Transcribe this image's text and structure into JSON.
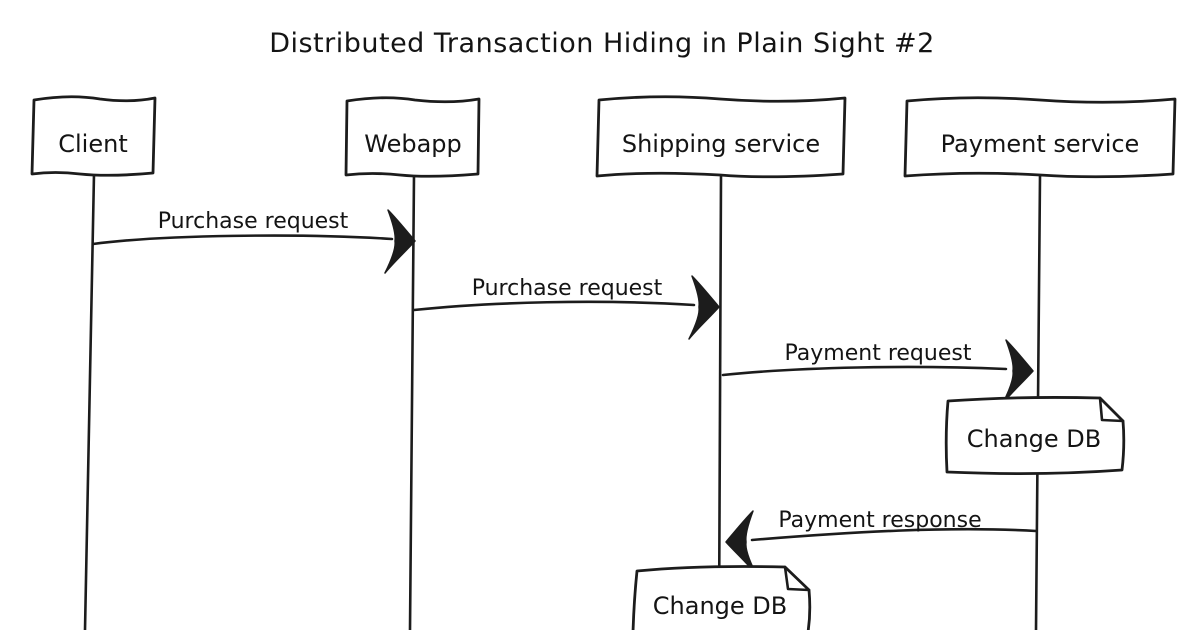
{
  "title": "Distributed Transaction Hiding in Plain Sight #2",
  "diagram_type": "sequence-diagram",
  "actors": [
    {
      "label": "Client"
    },
    {
      "label": "Webapp"
    },
    {
      "label": "Shipping service"
    },
    {
      "label": "Payment service"
    }
  ],
  "messages": [
    {
      "label": "Purchase request",
      "from": "Client",
      "to": "Webapp"
    },
    {
      "label": "Purchase request",
      "from": "Webapp",
      "to": "Shipping service"
    },
    {
      "label": "Payment request",
      "from": "Shipping service",
      "to": "Payment service"
    },
    {
      "label": "Payment response",
      "from": "Payment service",
      "to": "Shipping service"
    }
  ],
  "notes": [
    {
      "label": "Change DB",
      "on": "Payment service"
    },
    {
      "label": "Change DB",
      "on": "Shipping service"
    }
  ],
  "colors": {
    "ink": "#1c1c1c",
    "background": "#ffffff"
  }
}
